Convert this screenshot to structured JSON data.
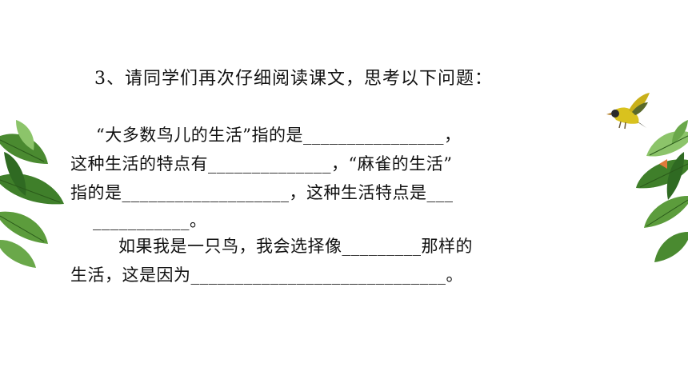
{
  "question": {
    "title": "3、请同学们再次仔细阅读课文，思考以下问题："
  },
  "paragraph": {
    "line1": "“大多数鸟儿的生活”指的是________________，",
    "line2": "这种生活的特点有______________，“麻雀的生活”",
    "line3": "指的是___________________，这种生活特点是___",
    "line4": "___________。",
    "line5": "如果我是一只鸟，我会选择像_________那样的",
    "line6": "生活，这是因为_____________________________。"
  },
  "colors": {
    "leaf_dark": "#3f7f2a",
    "leaf_light": "#8cc46a",
    "bird_yellow": "#d9c21e",
    "arrow": "#e07a3a"
  },
  "icons": {
    "nav": "play-triangle-icon",
    "bird": "bird-icon"
  }
}
